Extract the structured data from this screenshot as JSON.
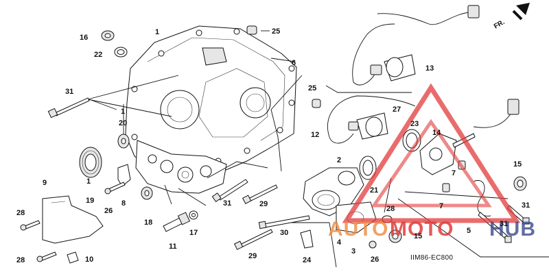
{
  "diagram_code": "IIM86-EC800",
  "direction_marker": "FR.",
  "watermark": {
    "text_a": "AUTO",
    "text_b": "MOTO",
    "text_c": "HUB",
    "color_a": "#f08a3c",
    "color_b": "#e23b3b",
    "color_c": "#3a4a8f"
  },
  "callouts": {
    "c1": "1",
    "c1b": "1",
    "c1c": "1",
    "c2": "2",
    "c3": "3",
    "c4": "4",
    "c5": "5",
    "c6": "6",
    "c7": "7",
    "c7b": "7",
    "c8": "8",
    "c9": "9",
    "c10": "10",
    "c11": "11",
    "c12": "12",
    "c13": "13",
    "c14": "14",
    "c15": "15",
    "c15b": "15",
    "c16": "16",
    "c17": "17",
    "c18": "18",
    "c19": "19",
    "c20": "20",
    "c21": "21",
    "c22": "22",
    "c23": "23",
    "c24": "24",
    "c25": "25",
    "c25b": "25",
    "c26": "26",
    "c26b": "26",
    "c27": "27",
    "c28": "28",
    "c28b": "28",
    "c29": "29",
    "c29b": "29",
    "c30": "30",
    "c31": "31",
    "c31b": "31",
    "c31c": "31",
    "c31d": "31"
  }
}
